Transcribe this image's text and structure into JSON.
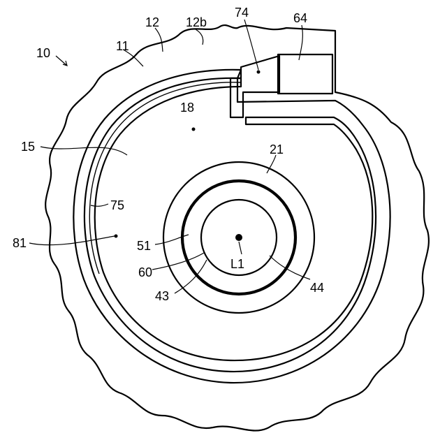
{
  "figure": {
    "labels": {
      "l10": "10",
      "l11": "11",
      "l12": "12",
      "l12b": "12b",
      "l74": "74",
      "l64": "64",
      "l18": "18",
      "l15": "15",
      "l21": "21",
      "l75": "75",
      "l81": "81",
      "l51": "51",
      "l60": "60",
      "l43": "43",
      "l44": "44",
      "lL1": "L1"
    }
  }
}
